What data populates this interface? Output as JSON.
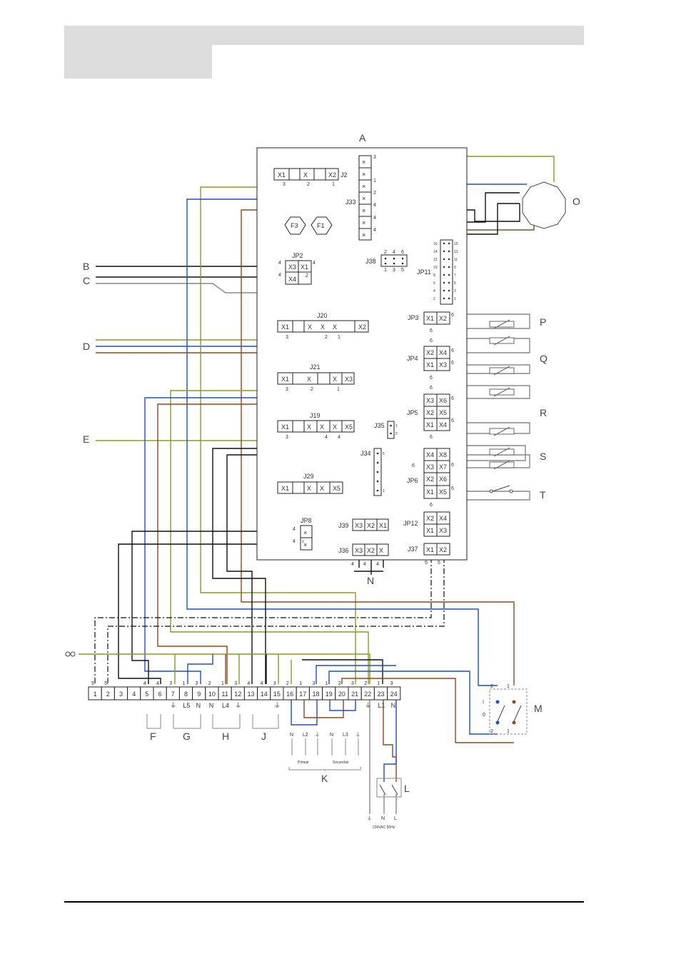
{
  "board": {
    "label": "A"
  },
  "fuses": [
    "F3",
    "F1"
  ],
  "connectors": {
    "j2": {
      "name": "J2",
      "pins": [
        "X1",
        "X",
        "X2"
      ],
      "markers": [
        "3",
        "2",
        "1"
      ]
    },
    "j33": {
      "name": "J33",
      "markers": [
        "3",
        "1",
        "2",
        "4",
        "4",
        "4"
      ]
    },
    "jp2": {
      "name": "JP2",
      "pins": [
        "X3",
        "X1",
        "X4",
        "2"
      ],
      "markers": [
        "4",
        "4",
        "4"
      ]
    },
    "j38": {
      "name": "J38",
      "top": [
        "2",
        "4",
        "6"
      ],
      "bottom": [
        "1",
        "3",
        "5"
      ]
    },
    "jp11": {
      "name": "JP11",
      "left": [
        "16",
        "14",
        "12",
        "10",
        "8",
        "6",
        "4",
        "2"
      ],
      "right": [
        "15",
        "13",
        "11",
        "9",
        "7",
        "5",
        "3",
        "1"
      ]
    },
    "j20": {
      "name": "J20",
      "pins": [
        "X1",
        "X",
        "X",
        "X",
        "X2"
      ],
      "markers": [
        "3",
        "2",
        "1"
      ]
    },
    "j21": {
      "name": "J21",
      "pins": [
        "X1",
        "X",
        "X",
        "X3"
      ],
      "markers": [
        "3",
        "2",
        "1"
      ]
    },
    "j19": {
      "name": "J19",
      "pins": [
        "X1",
        "X",
        "X",
        "X",
        "X5"
      ],
      "markers": [
        "3",
        "4",
        "4"
      ]
    },
    "j35": {
      "name": "J35",
      "pins": [
        "1",
        "2"
      ]
    },
    "j34": {
      "name": "J34",
      "pins": [
        "5",
        "1"
      ]
    },
    "j29": {
      "name": "J29",
      "pins": [
        "X1",
        "X",
        "X",
        "X5"
      ]
    },
    "jp8": {
      "name": "JP8",
      "markers": [
        "4",
        "4"
      ],
      "pins": [
        "2"
      ]
    },
    "j39": {
      "name": "J39",
      "pins": [
        "X3",
        "X2",
        "X1"
      ]
    },
    "j36": {
      "name": "J36",
      "pins": [
        "X3",
        "X2",
        "X"
      ],
      "markers": [
        "4",
        "4",
        "4"
      ]
    },
    "jp12": {
      "name": "JP12",
      "pins": [
        "X2",
        "X4",
        "X1",
        "X3"
      ]
    },
    "j37": {
      "name": "J37",
      "pins": [
        "X1",
        "X2"
      ],
      "markers": [
        "5",
        "5"
      ]
    },
    "jp3": {
      "name": "JP3",
      "pins": [
        "X1",
        "X2"
      ],
      "markers": [
        "6",
        "6"
      ]
    },
    "jp4": {
      "name": "JP4",
      "pins": [
        "X2",
        "X4",
        "X1",
        "X3"
      ],
      "markers": [
        "6",
        "6",
        "6",
        "6"
      ]
    },
    "jp5": {
      "name": "JP5",
      "pins": [
        "X3",
        "X6",
        "X2",
        "X5",
        "X1",
        "X4"
      ],
      "markers": [
        "6",
        "6",
        "6",
        "6"
      ]
    },
    "jp6": {
      "name": "JP6",
      "pins": [
        "X4",
        "X8",
        "X3",
        "X7",
        "X2",
        "X6",
        "X1",
        "X5"
      ],
      "markers": [
        "6",
        "6",
        "6",
        "6"
      ]
    }
  },
  "side_labels": {
    "left": [
      "B",
      "C",
      "D",
      "E"
    ],
    "right": [
      "O",
      "P",
      "Q",
      "R",
      "S",
      "T",
      "M",
      "L"
    ],
    "bottom": [
      "N"
    ]
  },
  "terminal_block": {
    "numbers": [
      "1",
      "2",
      "3",
      "4",
      "5",
      "6",
      "7",
      "8",
      "9",
      "10",
      "11",
      "12",
      "13",
      "14",
      "15",
      "16",
      "17",
      "18",
      "19",
      "20",
      "21",
      "22",
      "23",
      "24"
    ],
    "top_markers": [
      {
        "pos": 1,
        "m": "5"
      },
      {
        "pos": 2,
        "m": "5"
      },
      {
        "pos": 5,
        "m": "4"
      },
      {
        "pos": 6,
        "m": "4"
      },
      {
        "pos": 7,
        "m": "3"
      },
      {
        "pos": 8,
        "m": "1"
      },
      {
        "pos": 9,
        "m": "3"
      },
      {
        "pos": 10,
        "m": "2"
      },
      {
        "pos": 11,
        "m": "1"
      },
      {
        "pos": 12,
        "m": "3"
      },
      {
        "pos": 13,
        "m": "4"
      },
      {
        "pos": 14,
        "m": "4"
      },
      {
        "pos": 15,
        "m": "3"
      },
      {
        "pos": 16,
        "m": "2"
      },
      {
        "pos": 17,
        "m": "1"
      },
      {
        "pos": 18,
        "m": "3"
      },
      {
        "pos": 19,
        "m": "1"
      },
      {
        "pos": 20,
        "m": "2"
      },
      {
        "pos": 21,
        "m": "3"
      },
      {
        "pos": 22,
        "m": "2"
      },
      {
        "pos": 23,
        "m": "1"
      },
      {
        "pos": 24,
        "m": "3"
      }
    ],
    "sub_labels": [
      {
        "pos": 8,
        "t": "L5"
      },
      {
        "pos": 9,
        "t": "N"
      },
      {
        "pos": 10,
        "t": "N"
      },
      {
        "pos": 11,
        "t": "L4"
      },
      {
        "pos": 23,
        "t": "L1"
      },
      {
        "pos": 24,
        "t": "N"
      }
    ],
    "groups": [
      "F",
      "G",
      "H",
      "J"
    ]
  },
  "transformer": {
    "label": "K",
    "primary": {
      "labels": [
        "N",
        "L2"
      ],
      "caption": "Primair"
    },
    "secondary": {
      "labels": [
        "N",
        "L3"
      ],
      "caption": "Secundair"
    }
  },
  "mains": {
    "labels": [
      "N",
      "L"
    ],
    "caption": "230VAC 50Hz"
  },
  "switch_m": {
    "labels": [
      "I",
      "0"
    ],
    "markers": [
      "2",
      "1",
      "2",
      "1"
    ]
  },
  "motor": {
    "label": "O"
  }
}
